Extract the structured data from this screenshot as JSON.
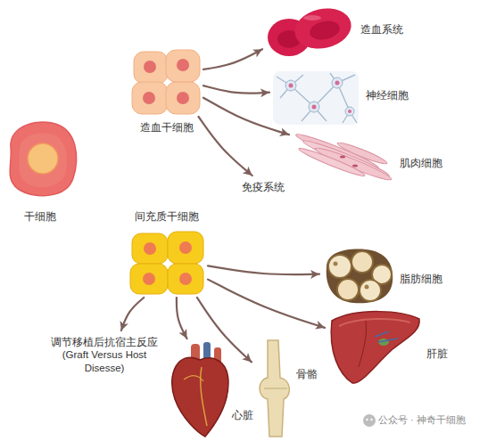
{
  "diagram": {
    "nodes": [
      {
        "text": [
          "干细胞"
        ]
      },
      {
        "text": [
          "造血干细胞"
        ]
      },
      {
        "text": [
          "造血系统"
        ]
      },
      {
        "text": [
          "神经细胞"
        ]
      },
      {
        "text": [
          "肌肉细胞"
        ]
      },
      {
        "text": [
          "免疫系统"
        ]
      },
      {
        "text": [
          "间充质干细胞"
        ]
      },
      {
        "text": [
          "脂肪细胞"
        ]
      },
      {
        "text": [
          "肝脏"
        ]
      },
      {
        "text": [
          "骨骼"
        ]
      },
      {
        "text": [
          "心脏"
        ]
      },
      {
        "text": [
          "调节移植后抗宿主反应 (Graft Versus Host Disesse)"
        ]
      }
    ],
    "edges": [
      {
        "from": 1,
        "to": 2,
        "arrow": "to"
      },
      {
        "from": 1,
        "to": 3,
        "arrow": "to"
      },
      {
        "from": 1,
        "to": 4,
        "arrow": "to"
      },
      {
        "from": 1,
        "to": 5,
        "arrow": "to"
      },
      {
        "from": 6,
        "to": 7,
        "arrow": "to"
      },
      {
        "from": 6,
        "to": 8,
        "arrow": "to"
      },
      {
        "from": 6,
        "to": 9,
        "arrow": "to"
      },
      {
        "from": 6,
        "to": 10,
        "arrow": "to"
      },
      {
        "from": 6,
        "to": 11,
        "arrow": "to"
      }
    ],
    "labels": [
      "公众号 · 神奇干细胞"
    ]
  }
}
